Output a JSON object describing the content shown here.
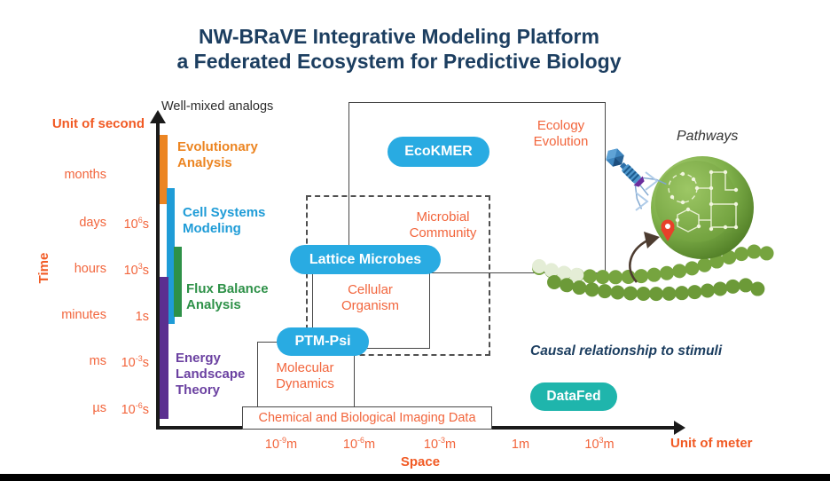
{
  "title": {
    "line1": "NW-BRaVE Integrative Modeling Platform",
    "line2": "a Federated Ecosystem for Predictive Biology"
  },
  "time_axis": {
    "unit_header": "Unit of second",
    "axis_label": "Time",
    "top_note": "Well-mixed analogs",
    "ticks": [
      {
        "name": "months",
        "base": "",
        "sup": "",
        "unit": ""
      },
      {
        "name": "days",
        "base": "10",
        "sup": "6",
        "unit": "s"
      },
      {
        "name": "hours",
        "base": "10",
        "sup": "3",
        "unit": "s"
      },
      {
        "name": "minutes",
        "base": "1",
        "sup": "",
        "unit": "s"
      },
      {
        "name": "ms",
        "base": "10",
        "sup": "-3",
        "unit": "s"
      },
      {
        "name": "µs",
        "base": "10",
        "sup": "-6",
        "unit": "s"
      }
    ]
  },
  "space_axis": {
    "unit_header": "Unit of meter",
    "axis_label": "Space",
    "ticks": [
      {
        "base": "10",
        "sup": "-9",
        "unit": "m"
      },
      {
        "base": "10",
        "sup": "-6",
        "unit": "m"
      },
      {
        "base": "10",
        "sup": "-3",
        "unit": "m"
      },
      {
        "base": "1",
        "sup": "",
        "unit": "m"
      },
      {
        "base": "10",
        "sup": "3",
        "unit": "m"
      }
    ]
  },
  "methods": [
    {
      "label": "Evolutionary Analysis",
      "color": "#EC8522"
    },
    {
      "label": "Cell Systems Modeling",
      "color": "#1F9CD7"
    },
    {
      "label": "Flux Balance Analysis",
      "color": "#2E9148"
    },
    {
      "label": "Energy Landscape Theory",
      "color": "#5B2F90"
    }
  ],
  "scale_boxes": {
    "ecology": "Ecology Evolution",
    "microbial": "Microbial Community",
    "cellular": "Cellular Organism",
    "molecular": "Molecular Dynamics",
    "imaging": "Chemical and Biological Imaging Data"
  },
  "tools": {
    "ecokmer": "EcoKMER",
    "lattice": "Lattice Microbes",
    "ptmpsi": "PTM-Psi",
    "datafed": "DataFed"
  },
  "annotations": {
    "pathways": "Pathways",
    "causal": "Causal relationship to stimuli"
  },
  "colors": {
    "accent_orange": "#F2653C",
    "header_orange": "#F15A24",
    "pill_blue": "#29ABE2",
    "pill_teal": "#1FB5AC",
    "title_navy": "#1C3E60",
    "bar_orange": "#EC8522",
    "bar_blue": "#1F9CD7",
    "bar_green": "#2E9148",
    "bar_purple": "#5B2F90"
  },
  "graphics": {
    "phage": "bacteriophage-icon",
    "sphere": "pathways-network-sphere",
    "chain": "microbial-cell-chain",
    "pin": "location-pin-icon",
    "arrow": "curved-arrow-icon"
  }
}
